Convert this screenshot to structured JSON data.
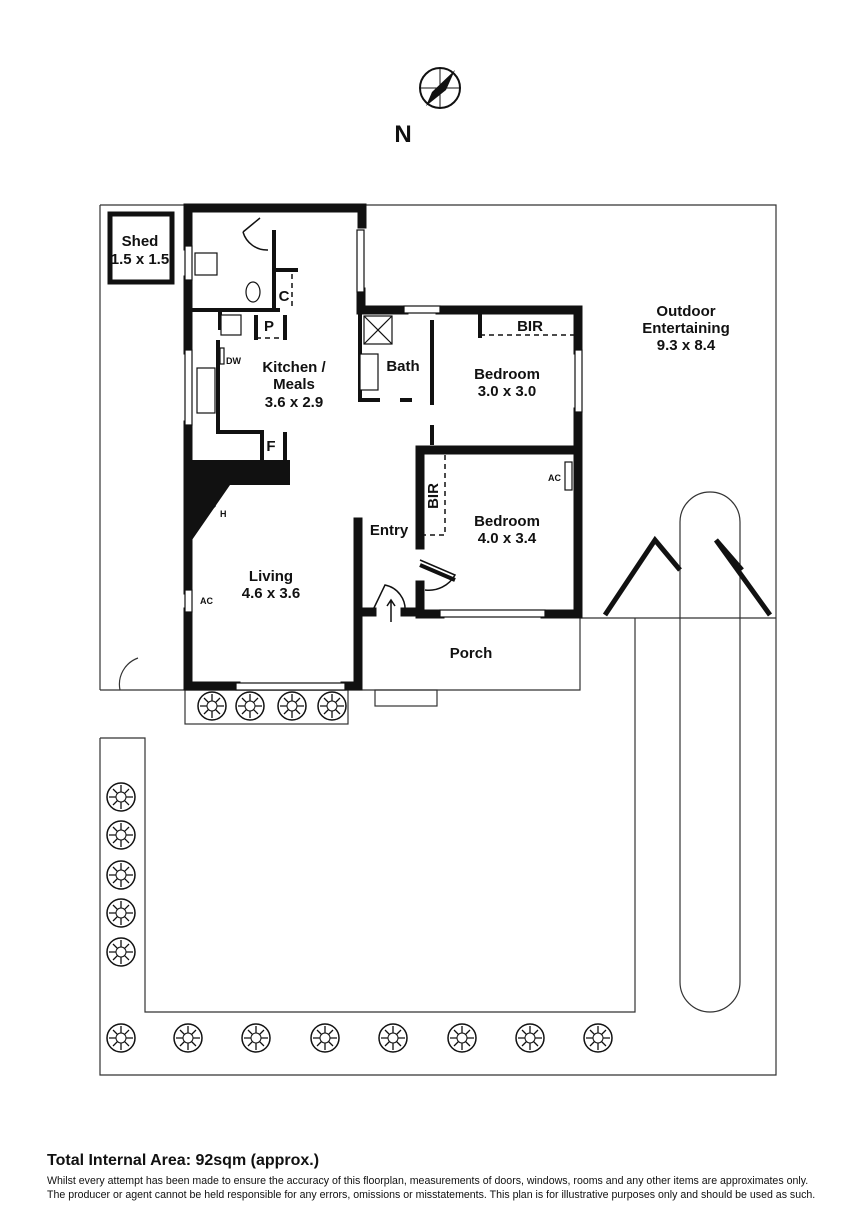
{
  "compass": {
    "label": "N"
  },
  "rooms": {
    "shed": {
      "name": "Shed",
      "size": "1.5 x 1.5"
    },
    "outdoor": {
      "name1": "Outdoor",
      "name2": "Entertaining",
      "size": "9.3 x 8.4"
    },
    "kitchen": {
      "name1": "Kitchen /",
      "name2": "Meals",
      "size": "3.6 x 2.9"
    },
    "bath": {
      "name": "Bath"
    },
    "bedroom1": {
      "name": "Bedroom",
      "size": "3.0 x 3.0"
    },
    "bedroom2": {
      "name": "Bedroom",
      "size": "4.0 x 3.4"
    },
    "entry": {
      "name": "Entry"
    },
    "living": {
      "name": "Living",
      "size": "4.6 x 3.6"
    },
    "porch": {
      "name": "Porch"
    }
  },
  "fixtures": {
    "bir": "BIR",
    "c": "C",
    "p": "P",
    "f": "F",
    "dw": "DW",
    "h": "H",
    "ac": "AC"
  },
  "footer": {
    "total": "Total Internal Area: 92sqm (approx.)",
    "line1": "Whilst every attempt has been made to ensure the accuracy of this floorplan, measurements of doors, windows, rooms and any other items are approximates only.",
    "line2": "The producer or agent cannot be held responsible for any errors, omissions or misstatements. This plan is for illustrative purposes only and should be used as such."
  }
}
